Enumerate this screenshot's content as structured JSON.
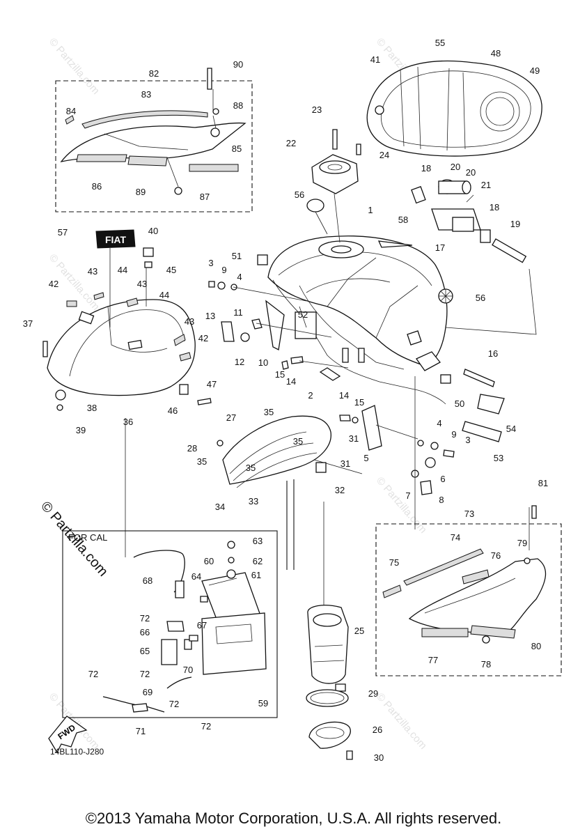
{
  "diagram": {
    "part_labels": [
      "1",
      "2",
      "3",
      "4",
      "5",
      "6",
      "7",
      "8",
      "9",
      "10",
      "11",
      "12",
      "13",
      "14",
      "15",
      "16",
      "17",
      "18",
      "19",
      "20",
      "21",
      "22",
      "23",
      "24",
      "25",
      "26",
      "27",
      "28",
      "29",
      "30",
      "31",
      "32",
      "33",
      "34",
      "35",
      "36",
      "37",
      "38",
      "39",
      "40",
      "41",
      "42",
      "43",
      "44",
      "45",
      "46",
      "47",
      "48",
      "49",
      "50",
      "51",
      "52",
      "53",
      "54",
      "55",
      "56",
      "57",
      "58",
      "59",
      "60",
      "61",
      "62",
      "63",
      "64",
      "65",
      "66",
      "67",
      "68",
      "69",
      "70",
      "71",
      "72",
      "73",
      "74",
      "75",
      "76",
      "77",
      "78",
      "79",
      "80",
      "81",
      "82",
      "83",
      "84",
      "85",
      "86",
      "87",
      "88",
      "89",
      "90"
    ],
    "california_box_label": "FOR CAL",
    "reference_code": "14BL110-J280",
    "fwd_arrow_text": "FWD",
    "decal_text": "FIAT",
    "watermark_text": "© Partzilla.com",
    "side_watermark": "© Partzilla.com"
  },
  "footer": {
    "copyright": "©2013 Yamaha Motor Corporation, U.S.A. All rights reserved."
  }
}
